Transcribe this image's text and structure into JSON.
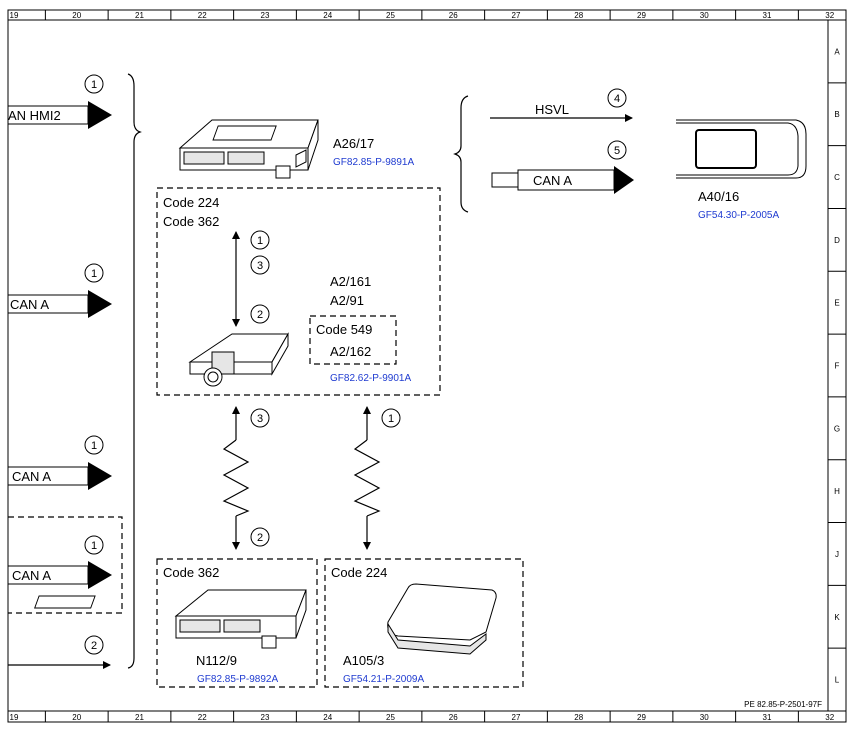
{
  "frame": {
    "columns": [
      "19",
      "20",
      "21",
      "22",
      "23",
      "24",
      "25",
      "26",
      "27",
      "28",
      "29",
      "30",
      "31",
      "32"
    ],
    "rows": [
      "A",
      "B",
      "C",
      "D",
      "E",
      "F",
      "G",
      "H",
      "J",
      "K",
      "L"
    ],
    "footer": "PE 82.85-P-2501-97F"
  },
  "signals": {
    "can_hmi2": "AN HMI2",
    "can_a_1": "CAN A",
    "can_a_2": "CAN A",
    "can_a_3": "CAN A",
    "hsvl": "HSVL",
    "can_a_right": "CAN A"
  },
  "markers": {
    "m1_top": "1",
    "m1_mid": "1",
    "m1_lower": "1",
    "m1_dashed": "1",
    "m2_bottom": "2",
    "m4": "4",
    "m5": "5",
    "m1_inbox": "1",
    "m3_inbox": "3",
    "m2_inbox": "2",
    "m3_link": "3",
    "m2_link": "2",
    "m1_link": "1"
  },
  "components": {
    "a26": {
      "name": "A26/17",
      "ref": "GF82.85-P-9891A"
    },
    "a40": {
      "name": "A40/16",
      "ref": "GF54.30-P-2005A"
    },
    "box1": {
      "code1": "Code 224",
      "code2": "Code 362",
      "name1": "A2/161",
      "name2": "A2/91",
      "ref": "GF82.62-P-9901A",
      "sub_code": "Code 549",
      "sub_name": "A2/162"
    },
    "n112": {
      "code": "Code 362",
      "name": "N112/9",
      "ref": "GF82.85-P-9892A"
    },
    "a105": {
      "code": "Code 224",
      "name": "A105/3",
      "ref": "GF54.21-P-2009A"
    }
  }
}
